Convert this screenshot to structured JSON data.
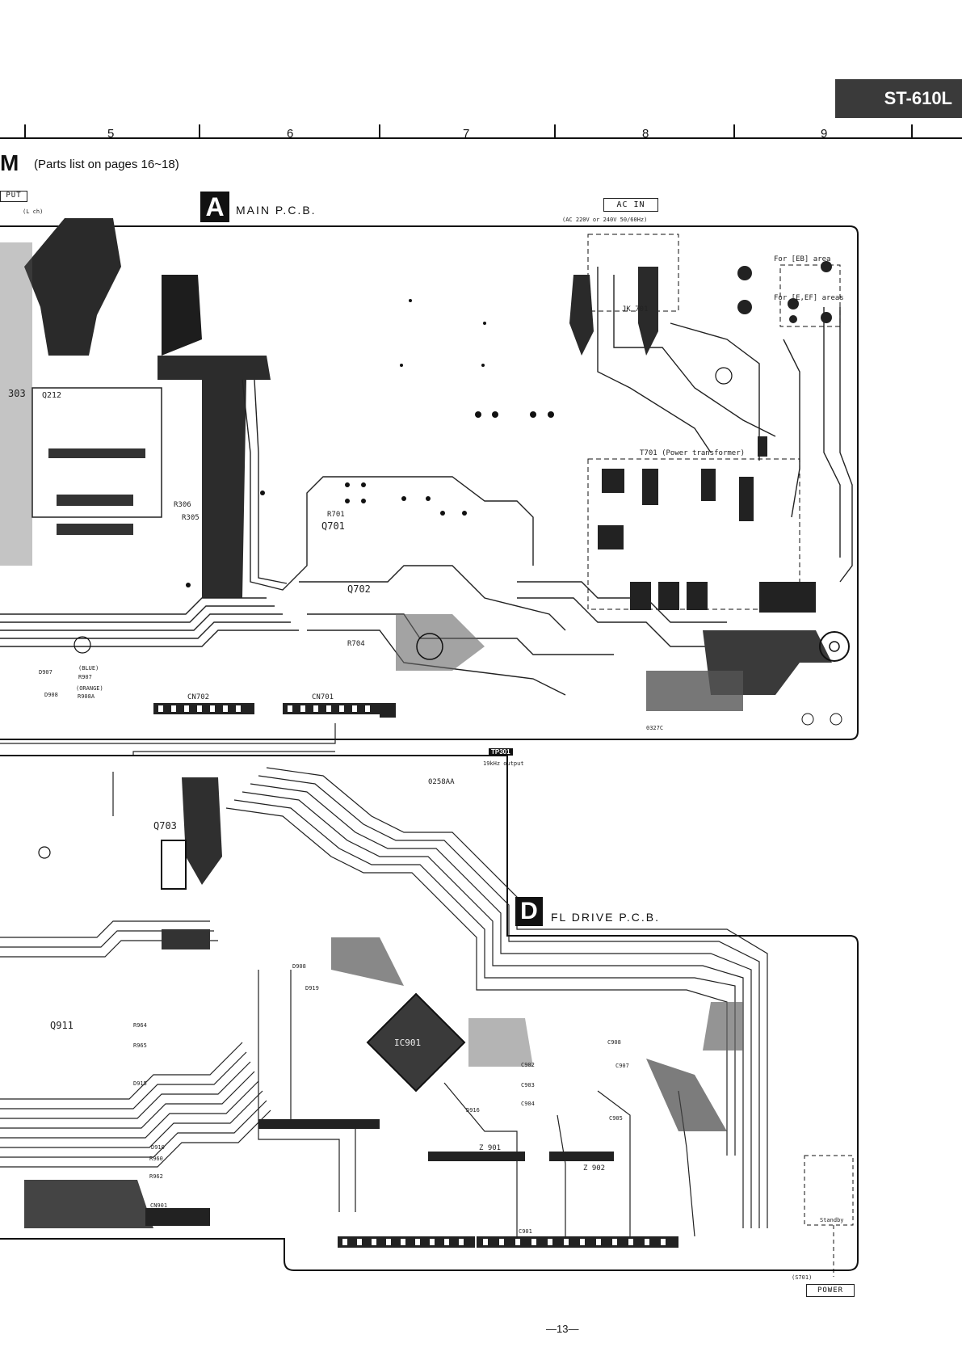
{
  "header": {
    "model": "ST-610L"
  },
  "ruler": {
    "columns": [
      "5",
      "6",
      "7",
      "8",
      "9"
    ]
  },
  "title": {
    "fragment": "M",
    "parts_note": "(Parts list on pages 16~18)"
  },
  "input_label": {
    "text": "PUT",
    "lch": "(L ch)"
  },
  "main_pcb": {
    "letter": "A",
    "title": "MAIN P.C.B."
  },
  "ac_in": {
    "label": "AC IN",
    "spec": "(AC 220V or 240V 50/60Hz)"
  },
  "areas": {
    "eb": "For [EB] area",
    "e_ef": "For [E,EF] areas"
  },
  "jack": "JK 701",
  "transformer": "T701 (Power transformer)",
  "tp301": {
    "label": "TP301",
    "desc": "19kHz output"
  },
  "board_codes": {
    "main": "0327C",
    "fl": "0258AA"
  },
  "fl_pcb": {
    "letter": "D",
    "title": "FL DRIVE P.C.B."
  },
  "components": {
    "q701": "Q701",
    "q702": "Q702",
    "q703": "Q703",
    "q911": "Q911",
    "r701": "R701",
    "r704": "R704",
    "r305": "R305",
    "r306": "R306",
    "cn701": "CN701",
    "cn702": "CN702",
    "cn901": "CN901",
    "ic901": "IC901",
    "z901": "Z 901",
    "z902": "Z 902",
    "c901": "C901",
    "c902": "C902",
    "c903": "C903",
    "c904": "C904",
    "c905": "C905",
    "c907": "C907",
    "c908": "C908",
    "d907": "D907",
    "d908": "D908",
    "d910": "D910",
    "d915": "D915",
    "d916": "D916",
    "d919": "D919",
    "r907": "R907",
    "r908a": "R908A",
    "r960": "R960",
    "r962": "R962",
    "r964": "R964",
    "r965": "R965",
    "q212": "Q212",
    "q303": "303"
  },
  "wire_colors": {
    "blue": "(BLUE)",
    "orange": "(ORANGE)"
  },
  "standby": "Standby",
  "s701": "(S701)",
  "power": "POWER",
  "page_number": "—13—"
}
